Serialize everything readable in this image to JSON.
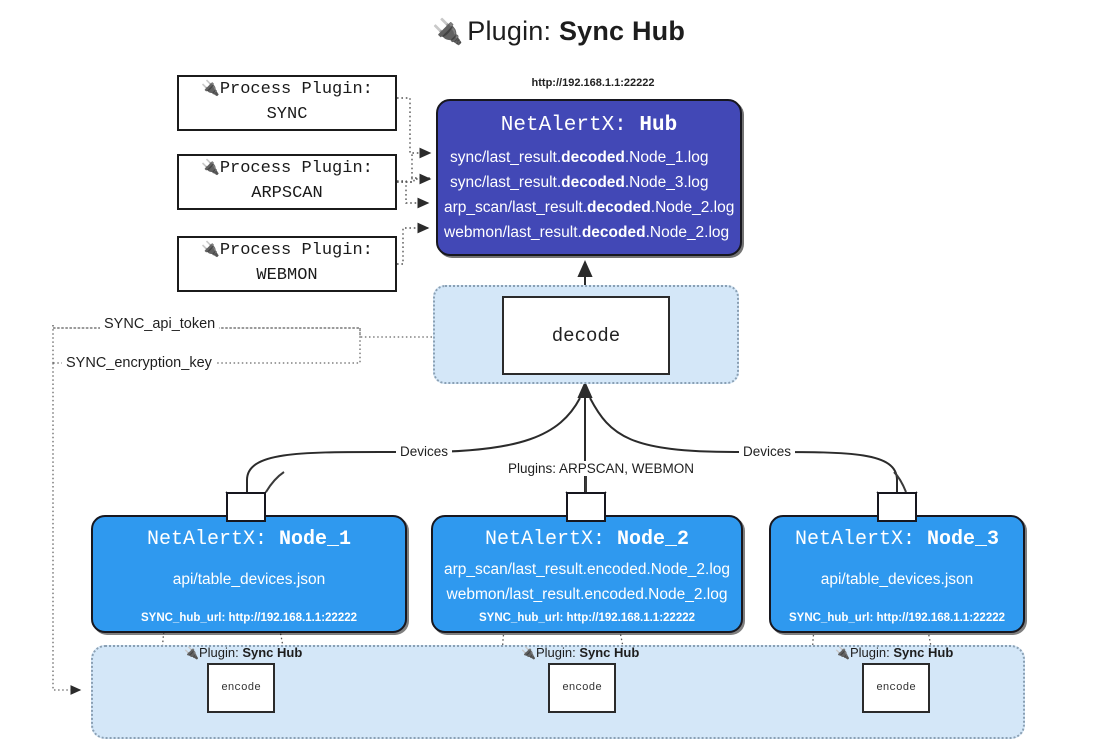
{
  "title": {
    "plug_icon": "🔌",
    "prefix": "Plugin:",
    "name": "Sync Hub"
  },
  "process_plugins": [
    {
      "plug_icon": "🔌",
      "label": "Process Plugin:",
      "name": "SYNC"
    },
    {
      "plug_icon": "🔌",
      "label": "Process Plugin:",
      "name": "ARPSCAN"
    },
    {
      "plug_icon": "🔌",
      "label": "Process Plugin:",
      "name": "WEBMON"
    }
  ],
  "hub": {
    "url": "http://192.168.1.1:22222",
    "app": "NetAlertX:",
    "name": "Hub",
    "logs": [
      {
        "pre": "sync/last_result.",
        "mid": "decoded",
        "post": ".Node_1.log"
      },
      {
        "pre": "sync/last_result.",
        "mid": "decoded",
        "post": ".Node_3.log"
      },
      {
        "pre": "arp_scan/last_result.",
        "mid": "decoded",
        "post": ".Node_2.log"
      },
      {
        "pre": "webmon/last_result.",
        "mid": "decoded",
        "post": ".Node_2.log"
      }
    ]
  },
  "decode": {
    "label": "decode"
  },
  "keys": {
    "api_token": "SYNC_api_token",
    "encryption_key": "SYNC_encryption_key"
  },
  "mid_labels": {
    "devices_left": "Devices",
    "devices_right": "Devices",
    "plugins": "Plugins: ARPSCAN, WEBMON"
  },
  "nodes": [
    {
      "app": "NetAlertX:",
      "name": "Node_1",
      "lines": [
        "api/table_devices.json"
      ],
      "hub_url": "SYNC_hub_url: http://192.168.1.1:22222",
      "envelope_icon": "envelope"
    },
    {
      "app": "NetAlertX:",
      "name": "Node_2",
      "lines": [
        "arp_scan/last_result.encoded.Node_2.log",
        "webmon/last_result.encoded.Node_2.log"
      ],
      "hub_url": "SYNC_hub_url: http://192.168.1.1:22222",
      "envelope_icon": "envelope"
    },
    {
      "app": "NetAlertX:",
      "name": "Node_3",
      "lines": [
        "api/table_devices.json"
      ],
      "hub_url": "SYNC_hub_url: http://192.168.1.1:22222",
      "envelope_icon": "envelope"
    }
  ],
  "encoders": [
    {
      "plug_icon": "🔌",
      "prefix": "Plugin:",
      "name": "Sync Hub",
      "box": "encode"
    },
    {
      "plug_icon": "🔌",
      "prefix": "Plugin:",
      "name": "Sync Hub",
      "box": "encode"
    },
    {
      "plug_icon": "🔌",
      "prefix": "Plugin:",
      "name": "Sync Hub",
      "box": "encode"
    }
  ],
  "colors": {
    "hub_fill": "#4248b6",
    "node_fill": "#2f99ef",
    "container_fill": "#d4e7f8",
    "container_border": "#8aa0b4",
    "stroke": "#2b2b2b"
  }
}
